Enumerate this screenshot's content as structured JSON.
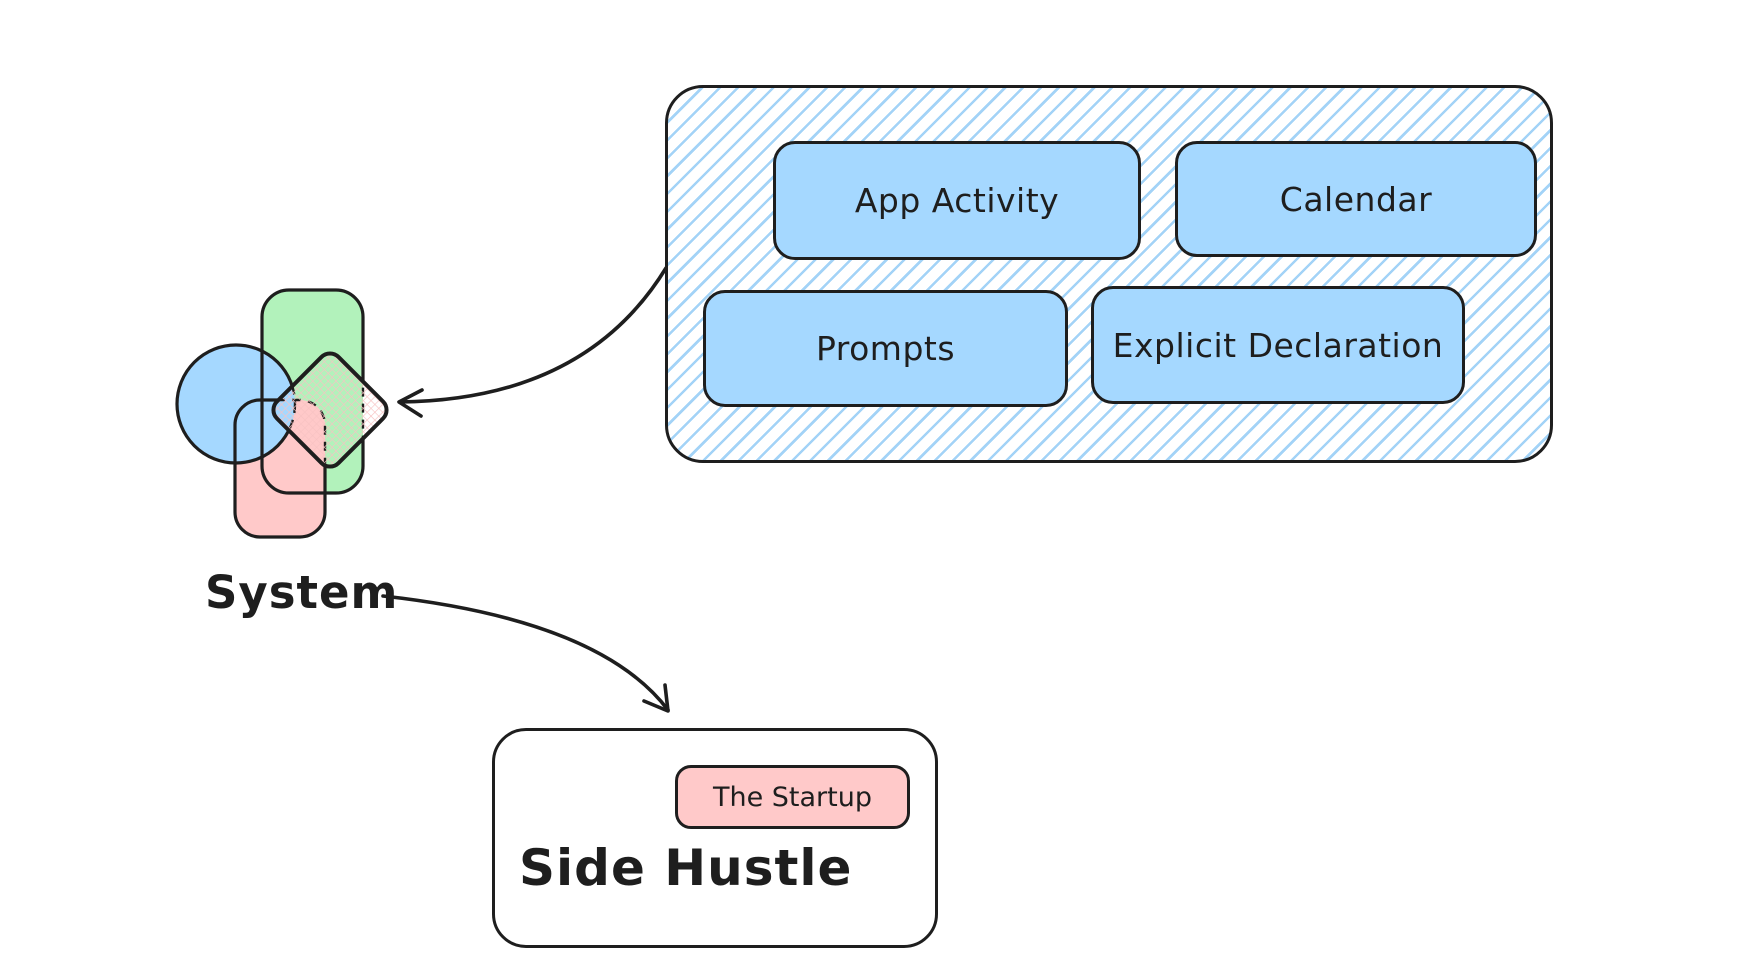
{
  "diagram": {
    "sources_panel": {
      "items": [
        {
          "label": "App Activity"
        },
        {
          "label": "Calendar"
        },
        {
          "label": "Prompts"
        },
        {
          "label": "Explicit Declaration"
        }
      ]
    },
    "system": {
      "label": "System"
    },
    "side_hustle": {
      "title": "Side Hustle",
      "badge": "The Startup"
    },
    "colors": {
      "stroke": "#1e1e1e",
      "node_blue": "#a5d8ff",
      "shape_green": "#b2f2bb",
      "shape_pink": "#ffc9c9",
      "panel_hatch_blue": "#a3d3f7",
      "diamond_hatch_pink": "#f7c2c2",
      "background": "#ffffff"
    }
  }
}
